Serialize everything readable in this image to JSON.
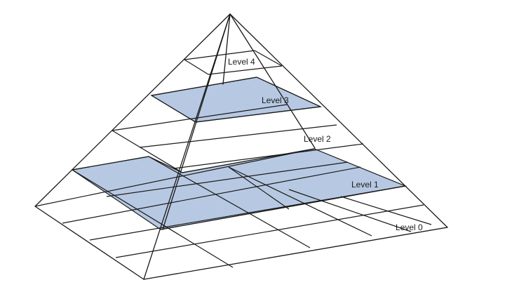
{
  "diagram": {
    "levels": [
      {
        "label": "Level 4",
        "highlighted": false
      },
      {
        "label": "Level 3",
        "highlighted": true
      },
      {
        "label": "Level 2",
        "highlighted": false
      },
      {
        "label": "Level 1",
        "highlighted": true
      },
      {
        "label": "Level 0",
        "highlighted": false
      }
    ],
    "colors": {
      "highlight": "#b7c9e2",
      "line": "#1a1a1a",
      "background": "#ffffff"
    }
  }
}
